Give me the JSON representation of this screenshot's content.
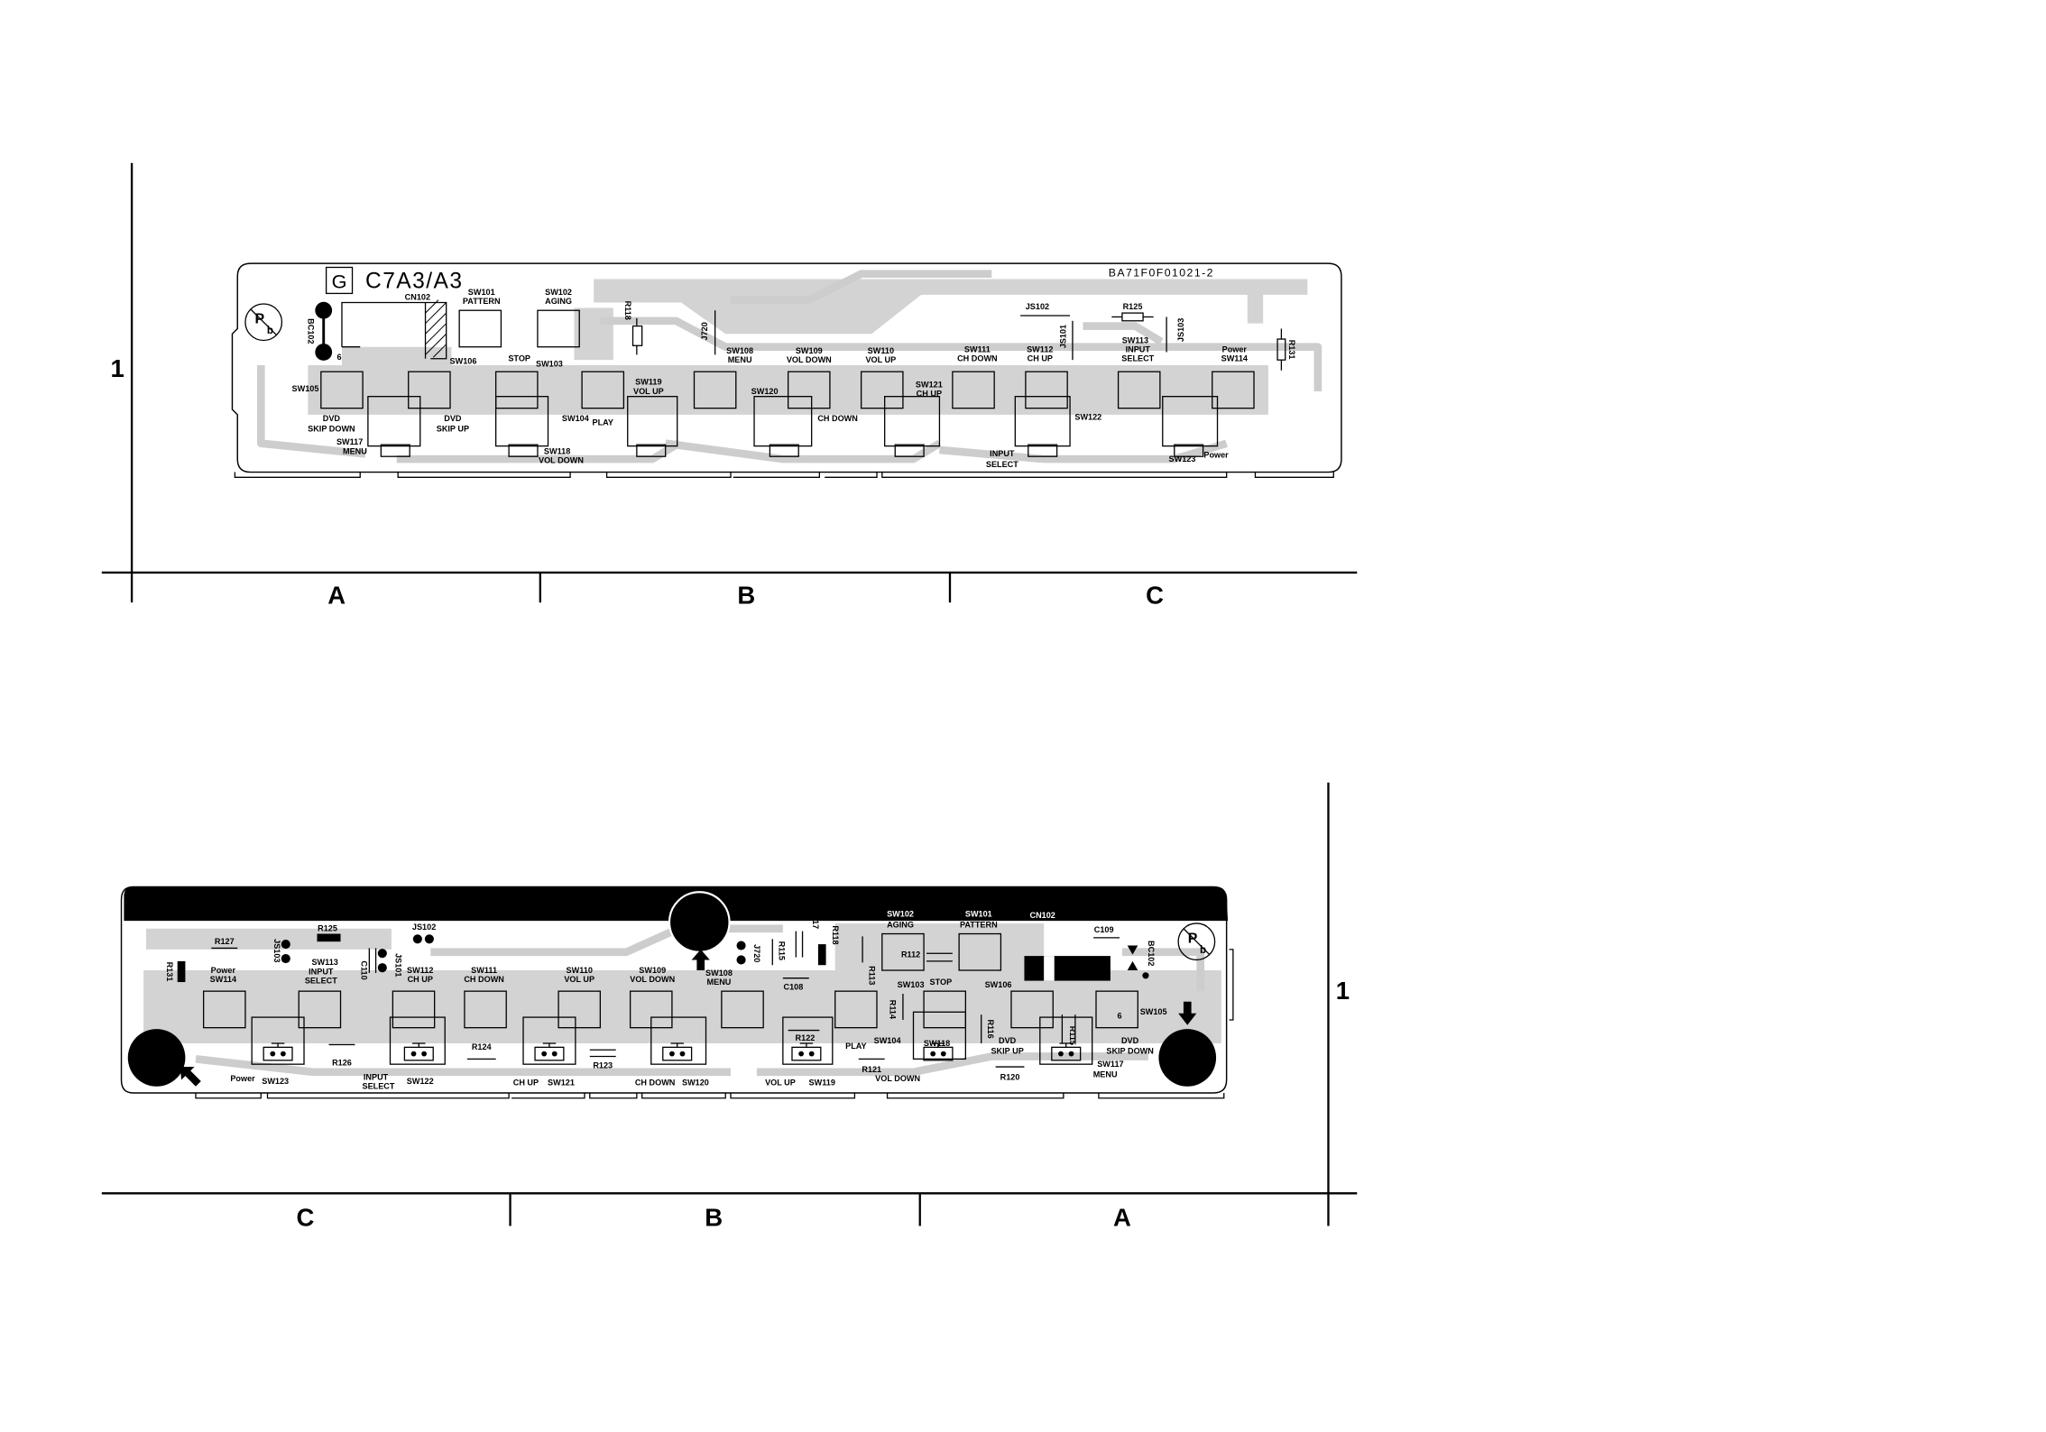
{
  "grid": {
    "top": {
      "row": "1",
      "col_a": "A",
      "col_b": "B",
      "col_c": "C"
    },
    "bottom": {
      "row": "1",
      "col_c": "C",
      "col_b": "B",
      "col_a": "A"
    }
  },
  "top_board": {
    "code": "G",
    "name": "C7A3/A3",
    "part_no": "BA71F0F01021-2",
    "pb_p": "P",
    "pb_b": "b",
    "labels": {
      "cn102": "CN102",
      "sw101": "SW101",
      "sw101_fn": "PATTERN",
      "sw102": "SW102",
      "sw102_fn": "AGING",
      "r118": "R118",
      "j720": "J720",
      "js102": "JS102",
      "r125": "R125",
      "js103": "JS103",
      "r131": "R131",
      "bc102": "BC102",
      "pin6": "6",
      "sw106": "SW106",
      "stop": "STOP",
      "sw103": "SW103",
      "sw108": "SW108",
      "sw108_fn": "MENU",
      "sw109": "SW109",
      "sw109_fn": "VOL DOWN",
      "sw110": "SW110",
      "sw110_fn": "VOL UP",
      "sw111": "SW111",
      "sw111_fn": "CH DOWN",
      "sw112": "SW112",
      "sw112_fn": "CH UP",
      "js101": "JS101",
      "sw113": "SW113",
      "sw113_fn1": "INPUT",
      "sw113_fn2": "SELECT",
      "sw114_fn": "Power",
      "sw114": "SW114",
      "sw105": "SW105",
      "sw119": "SW119",
      "sw119_fn": "VOL UP",
      "sw120": "SW120",
      "sw121": "SW121",
      "sw121_fn": "CH UP",
      "sw105_fn1": "DVD",
      "sw105_fn2": "SKIP DOWN",
      "sw106_fn1": "DVD",
      "sw106_fn2": "SKIP UP",
      "sw104": "SW104",
      "sw104_fn": "PLAY",
      "sw120_fn": "CH DOWN",
      "sw122": "SW122",
      "sw117": "SW117",
      "sw117_fn": "MENU",
      "sw118": "SW118",
      "sw118_fn": "VOL DOWN",
      "sw122_fn1": "INPUT",
      "sw122_fn2": "SELECT",
      "sw123": "SW123",
      "sw123_fn": "Power"
    }
  },
  "bottom_board": {
    "pb_p": "P",
    "pb_b": "b",
    "labels": {
      "r127": "R127",
      "r125": "R125",
      "js102": "JS102",
      "js103": "JS103",
      "r131": "R131",
      "sw114_fn": "Power",
      "sw114": "SW114",
      "sw113": "SW113",
      "sw113_fn1": "INPUT",
      "sw113_fn2": "SELECT",
      "c110": "C110",
      "js101": "JS101",
      "sw112": "SW112",
      "sw112_fn": "CH UP",
      "sw111": "SW111",
      "sw111_fn": "CH DOWN",
      "sw110": "SW110",
      "sw110_fn": "VOL UP",
      "sw109": "SW109",
      "sw109_fn": "VOL DOWN",
      "sw108": "SW108",
      "sw108_fn": "MENU",
      "j720": "J720",
      "r115a": "R115",
      "r117": "R117",
      "r118": "R118",
      "r113": "R113",
      "sw102": "SW102",
      "sw102_fn": "AGING",
      "r112": "R112",
      "sw101": "SW101",
      "sw101_fn": "PATTERN",
      "cn102": "CN102",
      "c109": "C109",
      "bc102": "BC102",
      "sw103": "SW103",
      "stop": "STOP",
      "sw106": "SW106",
      "c108": "C108",
      "r114": "R114",
      "r116": "R116",
      "r115b": "R115",
      "pin6": "6",
      "sw105": "SW105",
      "sw106_fn1": "DVD",
      "sw106_fn2": "SKIP UP",
      "sw105_fn1": "DVD",
      "sw105_fn2": "SKIP DOWN",
      "sw118": "SW118",
      "sw117": "SW117",
      "sw117_fn": "MENU",
      "r120": "R120",
      "r122": "R122",
      "play": "PLAY",
      "sw104": "SW104",
      "r121": "R121",
      "sw118_fn": "VOL DOWN",
      "sw119_fn": "VOL UP",
      "sw119": "SW119",
      "r124": "R124",
      "r123": "R123",
      "r126": "R126",
      "sw123_fn": "Power",
      "sw123": "SW123",
      "sw122_fn1": "INPUT",
      "sw122_fn2": "SELECT",
      "sw122": "SW122",
      "sw121_fn": "CH UP",
      "sw121": "SW121",
      "sw120_fn": "CH DOWN",
      "sw120": "SW120"
    }
  }
}
